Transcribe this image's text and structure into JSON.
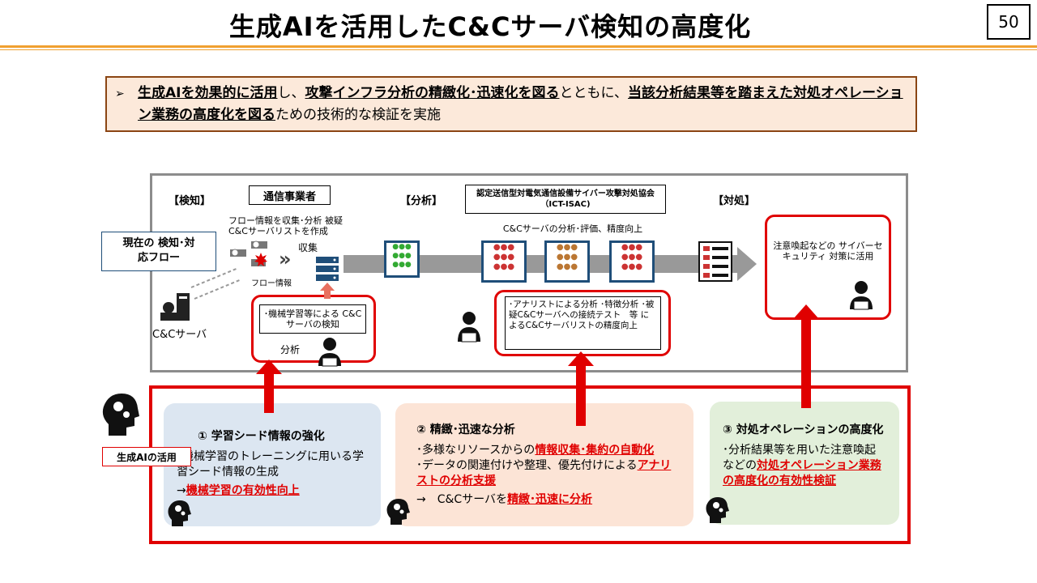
{
  "header": {
    "title": "生成AIを活用したC&Cサーバ検知の高度化",
    "page_number": "50"
  },
  "summary": {
    "bullet": "➢",
    "p1": "生成AIを効果的に活用",
    "p2": "し、",
    "p3": "攻撃インフラ分析の精緻化･迅速化を図る",
    "p4": "とともに、",
    "p5": "当該分析結果等を踏まえた対処オペレーション業務の高度化を図る",
    "p6": "ための技術的な検証を実施"
  },
  "flow": {
    "detect_label": "【検知】",
    "carrier_label": "通信事業者",
    "analyze_label": "【分析】",
    "isac_label": "認定送信型対電気通信設備サイバー攻撃対処協会 （ICT-ISAC)",
    "respond_label": "【対処】",
    "current_flow_label": "現在の 検知･対応フロー",
    "collect_note": "フロー情報を収集･分析 被疑C&Cサーバリストを作成",
    "collect_label": "収集",
    "flow_info_label": "フロー情報",
    "cc_server_label": "C&Cサーバ",
    "ml_detect_box": "･機械学習等による C&Cサーバの検知",
    "analysis_label": "分析",
    "analysis_note": "C&Cサーバの分析･評価、精度向上",
    "analyst_box": "･アナリストによる分析 ･特徴分析 ･被疑C&Cサーバへの接続テスト　等 によるC&Cサーバリストの精度向上",
    "alert_box": "注意喚起などの サイバーセキュリティ 対策に活用"
  },
  "genai_label": "生成AIの活用",
  "cards": [
    {
      "heading": "①  学習シード情報の強化",
      "body": "･機械学習のトレーニングに用いる学習シード情報の生成",
      "result_prefix": "→",
      "result": "機械学習の有効性向上"
    },
    {
      "heading": "②  精緻･迅速な分析",
      "line1a": "･多様なリソースからの",
      "line1b": "情報収集･集約の自動化",
      "line2a": "･データの関連付けや整理、優先付けによる",
      "line2b": "アナリストの分析支援",
      "result_prefix": "→　C&Cサーバを",
      "result": "精緻･迅速に分析"
    },
    {
      "heading": "③  対処オペレーションの高度化",
      "line1a": "･分析結果等を用いた注意喚起などの",
      "line1b": "対処オペレーション業務の高度化の有効性検証"
    }
  ],
  "colors": {
    "accent_red": "#e00000",
    "header_line": "#f0a030",
    "summary_bg": "#fce9da"
  }
}
